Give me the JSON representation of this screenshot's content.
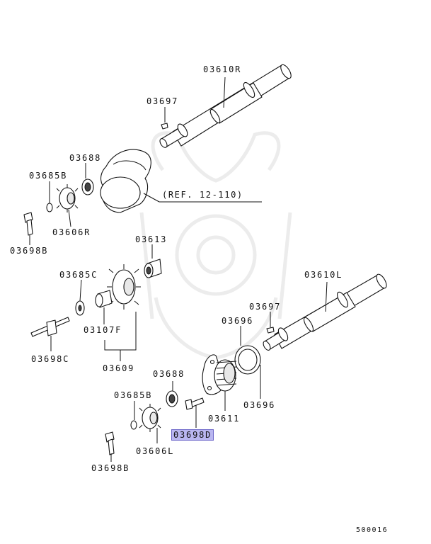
{
  "diagram": {
    "callouts": [
      {
        "id": "03610R",
        "text": "03610R"
      },
      {
        "id": "03697-top",
        "text": "03697"
      },
      {
        "id": "03688-top",
        "text": "03688"
      },
      {
        "id": "03685B-top",
        "text": "03685B"
      },
      {
        "id": "03606R",
        "text": "03606R"
      },
      {
        "id": "03698B-top",
        "text": "03698B"
      },
      {
        "id": "03613",
        "text": "03613"
      },
      {
        "id": "03685C",
        "text": "03685C"
      },
      {
        "id": "03107F",
        "text": "03107F"
      },
      {
        "id": "03698C",
        "text": "03698C"
      },
      {
        "id": "03609",
        "text": "03609"
      },
      {
        "id": "03610L",
        "text": "03610L"
      },
      {
        "id": "03697-mid",
        "text": "03697"
      },
      {
        "id": "03696-top",
        "text": "03696"
      },
      {
        "id": "03696-bottom",
        "text": "03696"
      },
      {
        "id": "03611",
        "text": "03611"
      },
      {
        "id": "03688-bottom",
        "text": "03688"
      },
      {
        "id": "03685B-bottom",
        "text": "03685B"
      },
      {
        "id": "03698D",
        "text": "03698D",
        "highlighted": true
      },
      {
        "id": "03606L",
        "text": "03606L"
      },
      {
        "id": "03698B-bottom",
        "text": "03698B"
      }
    ],
    "reference_note": "(REF. 12-110)",
    "diagram_code": "500016",
    "colors": {
      "line": "#111111",
      "highlight_fill": "#b9b6f0",
      "highlight_border": "#6d67c9",
      "watermark": "#ececec"
    }
  }
}
